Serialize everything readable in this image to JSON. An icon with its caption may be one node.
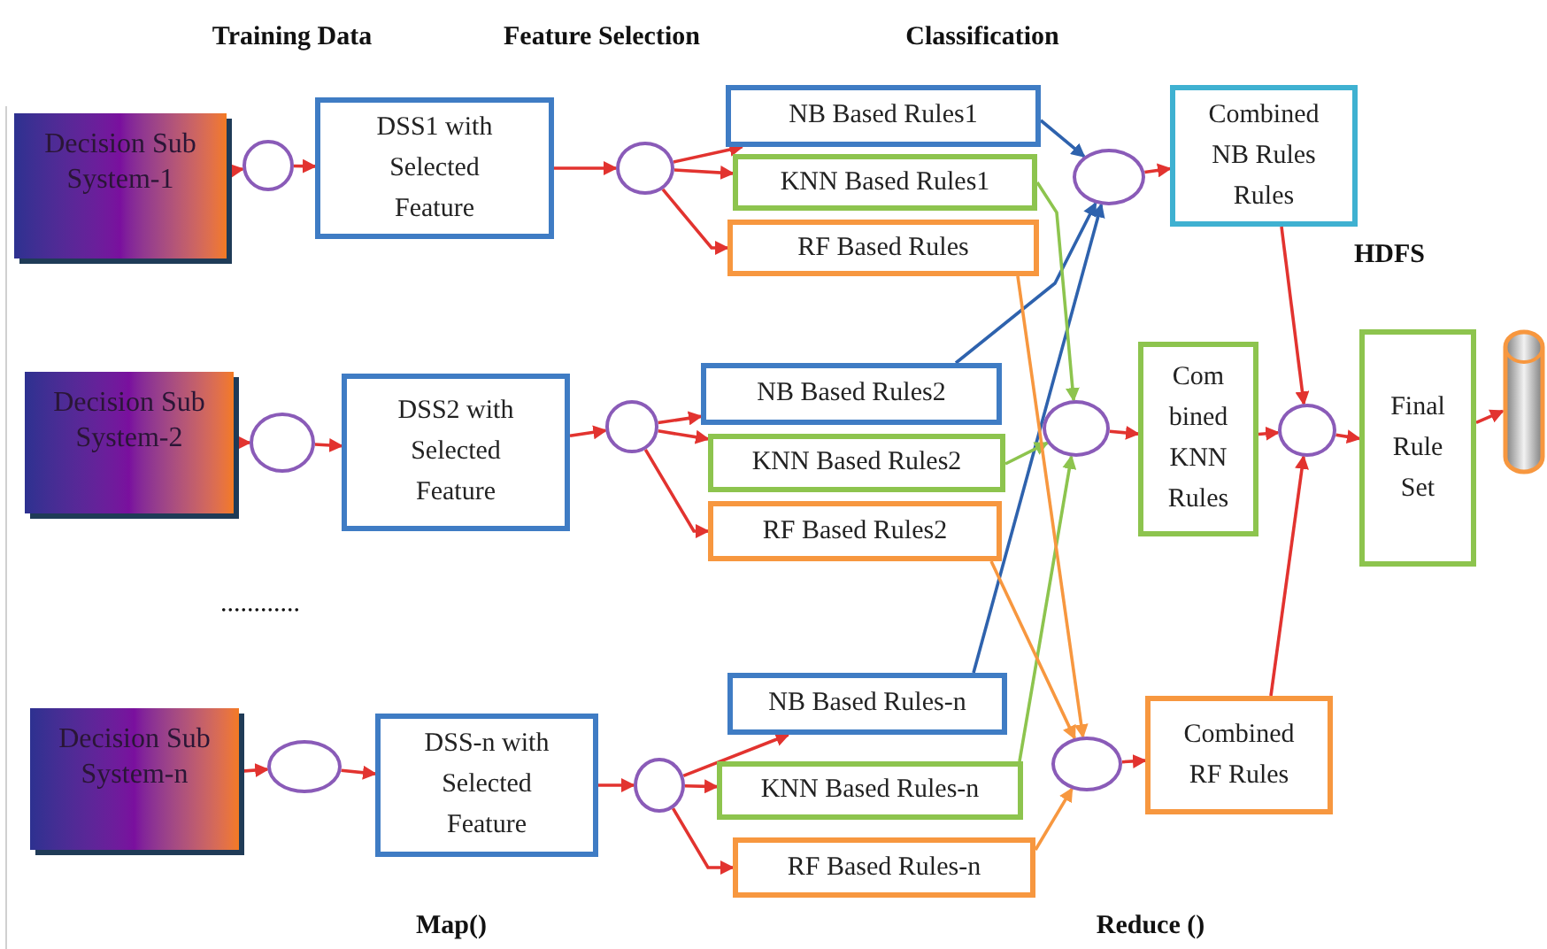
{
  "diagram": {
    "nodes": [
      {
        "text": [
          "Decision Sub System-1"
        ]
      },
      {
        "text": [],
        "shape": "circle"
      },
      {
        "text": [
          "DSS1 with Selected Feature"
        ]
      },
      {
        "text": [],
        "shape": "circle"
      },
      {
        "text": [
          "NB Based Rules1"
        ]
      },
      {
        "text": [
          "KNN Based Rules1"
        ]
      },
      {
        "text": [
          "RF Based Rules"
        ]
      },
      {
        "text": [
          "Decision Sub System-2"
        ]
      },
      {
        "text": [],
        "shape": "circle"
      },
      {
        "text": [
          "DSS2 with Selected Feature"
        ]
      },
      {
        "text": [],
        "shape": "circle"
      },
      {
        "text": [
          "NB Based Rules2"
        ]
      },
      {
        "text": [
          "KNN Based Rules2"
        ]
      },
      {
        "text": [
          "RF Based Rules2"
        ]
      },
      {
        "text": [
          "Decision Sub System-n"
        ]
      },
      {
        "text": [],
        "shape": "circle"
      },
      {
        "text": [
          "DSS-n with Selected Feature"
        ]
      },
      {
        "text": [],
        "shape": "circle"
      },
      {
        "text": [
          "NB Based Rules-n"
        ]
      },
      {
        "text": [
          "KNN Based Rules-n"
        ]
      },
      {
        "text": [
          "RF Based Rules-n"
        ]
      },
      {
        "text": [],
        "shape": "circle"
      },
      {
        "text": [
          "Combined NB Rules Rules"
        ]
      },
      {
        "text": [],
        "shape": "circle"
      },
      {
        "text": [
          "Com bined KNN Rules"
        ]
      },
      {
        "text": [],
        "shape": "circle"
      },
      {
        "text": [
          "Combined RF Rules"
        ]
      },
      {
        "text": [],
        "shape": "circle"
      },
      {
        "text": [
          "Final Rule Set"
        ]
      },
      {
        "text": [],
        "shape": "cylinder"
      }
    ],
    "edges": [
      {
        "from": 0,
        "to": 1,
        "arrow": "to"
      },
      {
        "from": 1,
        "to": 2,
        "arrow": "to"
      },
      {
        "from": 2,
        "to": 3,
        "arrow": "to"
      },
      {
        "from": 3,
        "to": 4,
        "arrow": "to"
      },
      {
        "from": 3,
        "to": 5,
        "arrow": "to"
      },
      {
        "from": 3,
        "to": 6,
        "arrow": "to"
      },
      {
        "from": 7,
        "to": 8,
        "arrow": "to"
      },
      {
        "from": 8,
        "to": 9,
        "arrow": "to"
      },
      {
        "from": 9,
        "to": 10,
        "arrow": "to"
      },
      {
        "from": 10,
        "to": 11,
        "arrow": "to"
      },
      {
        "from": 10,
        "to": 12,
        "arrow": "to"
      },
      {
        "from": 10,
        "to": 13,
        "arrow": "to"
      },
      {
        "from": 14,
        "to": 15,
        "arrow": "to"
      },
      {
        "from": 15,
        "to": 16,
        "arrow": "to"
      },
      {
        "from": 16,
        "to": 17,
        "arrow": "to"
      },
      {
        "from": 17,
        "to": 18,
        "arrow": "to"
      },
      {
        "from": 17,
        "to": 19,
        "arrow": "to"
      },
      {
        "from": 17,
        "to": 20,
        "arrow": "to"
      },
      {
        "from": 4,
        "to": 21,
        "arrow": "to",
        "color": "#2e62ad"
      },
      {
        "from": 11,
        "to": 21,
        "arrow": "to",
        "color": "#2e62ad"
      },
      {
        "from": 18,
        "to": 21,
        "arrow": "to",
        "color": "#2e62ad"
      },
      {
        "from": 5,
        "to": 23,
        "arrow": "to",
        "color": "#8dc44e"
      },
      {
        "from": 12,
        "to": 23,
        "arrow": "to",
        "color": "#8dc44e"
      },
      {
        "from": 19,
        "to": 23,
        "arrow": "to",
        "color": "#8dc44e"
      },
      {
        "from": 6,
        "to": 25,
        "arrow": "to",
        "color": "#f7973f"
      },
      {
        "from": 13,
        "to": 25,
        "arrow": "to",
        "color": "#f7973f"
      },
      {
        "from": 20,
        "to": 25,
        "arrow": "to",
        "color": "#f7973f"
      },
      {
        "from": 21,
        "to": 22,
        "arrow": "to"
      },
      {
        "from": 23,
        "to": 24,
        "arrow": "to"
      },
      {
        "from": 25,
        "to": 26,
        "arrow": "to"
      },
      {
        "from": 22,
        "to": 27,
        "arrow": "to"
      },
      {
        "from": 24,
        "to": 27,
        "arrow": "to"
      },
      {
        "from": 26,
        "to": 27,
        "arrow": "to"
      },
      {
        "from": 27,
        "to": 28,
        "arrow": "to"
      },
      {
        "from": 28,
        "to": 29,
        "arrow": "to"
      }
    ],
    "labels": [
      "Training Data",
      "Feature Selection",
      "Classification",
      "HDFS",
      "............",
      "Map()",
      "Reduce ()"
    ]
  }
}
